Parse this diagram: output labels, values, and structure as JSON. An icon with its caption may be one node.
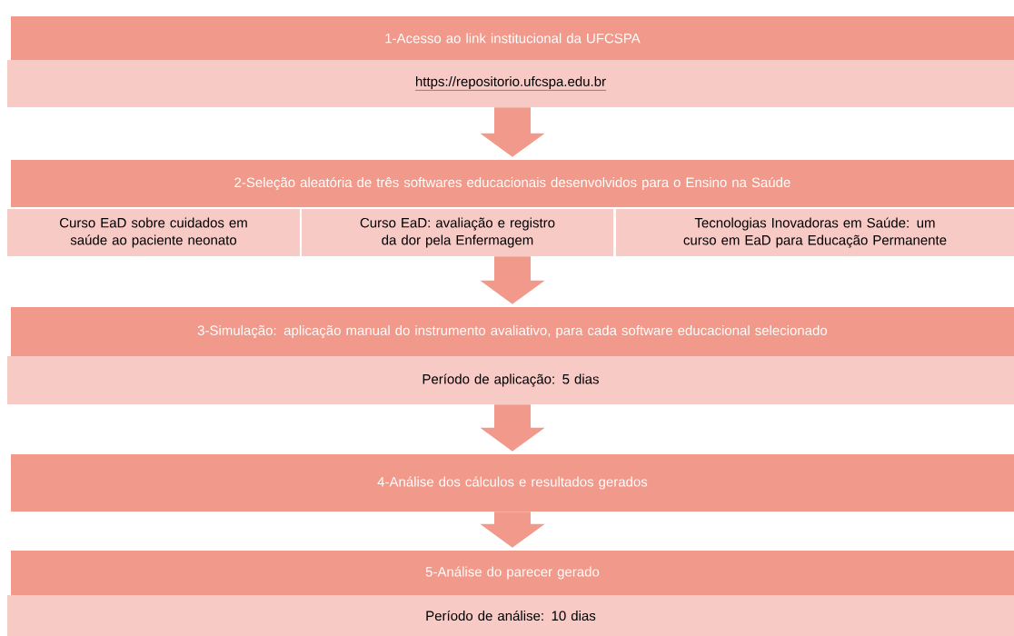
{
  "diagram": {
    "nodes": [
      {
        "text": [
          "1-Acesso ao link institucional da UFCSPA"
        ]
      },
      {
        "text": [
          "https://repositorio.ufcspa.edu.br"
        ]
      },
      {
        "text": [
          "2-Seleção aleatória de três softwares educacionais desenvolvidos para o Ensino na Saúde"
        ]
      },
      {
        "text": [
          "Curso EaD sobre cuidados em saúde ao paciente neonato"
        ]
      },
      {
        "text": [
          "Curso EaD: avaliação e registro da dor pela Enfermagem"
        ]
      },
      {
        "text": [
          "Tecnologias Inovadoras em Saúde: um curso em EaD para Educação Permanente"
        ]
      },
      {
        "text": [
          "3-Simulação: aplicação manual do instrumento avaliativo, para cada software educacional selecionado"
        ]
      },
      {
        "text": [
          "Período de aplicação: 5 dias"
        ]
      },
      {
        "text": [
          "4-Análise dos cálculos e resultados gerados"
        ]
      },
      {
        "text": [
          "5-Análise do parecer gerado"
        ]
      },
      {
        "text": [
          "Período de análise: 10 dias"
        ]
      }
    ],
    "edges": [
      {
        "from": 1,
        "to": 2,
        "arrow": "to"
      },
      {
        "from": 4,
        "to": 6,
        "arrow": "to"
      },
      {
        "from": 7,
        "to": 8,
        "arrow": "to"
      },
      {
        "from": 8,
        "to": 9,
        "arrow": "to"
      }
    ]
  }
}
